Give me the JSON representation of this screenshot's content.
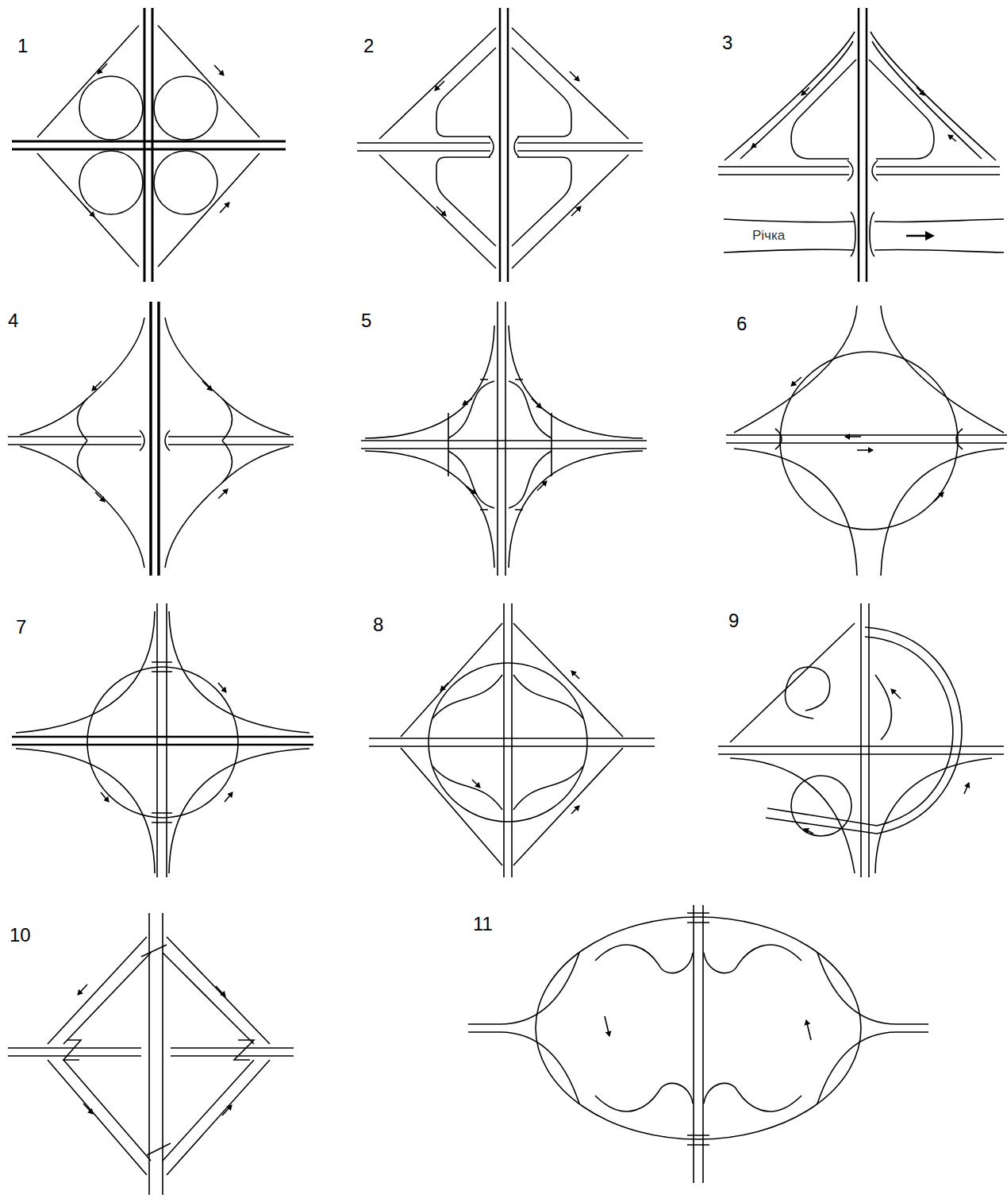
{
  "diagram": {
    "nodes": [
      {
        "text": [
          "Річка"
        ]
      }
    ],
    "labels": [
      "1",
      "2",
      "3",
      "4",
      "5",
      "6",
      "7",
      "8",
      "9",
      "10",
      "11"
    ]
  }
}
